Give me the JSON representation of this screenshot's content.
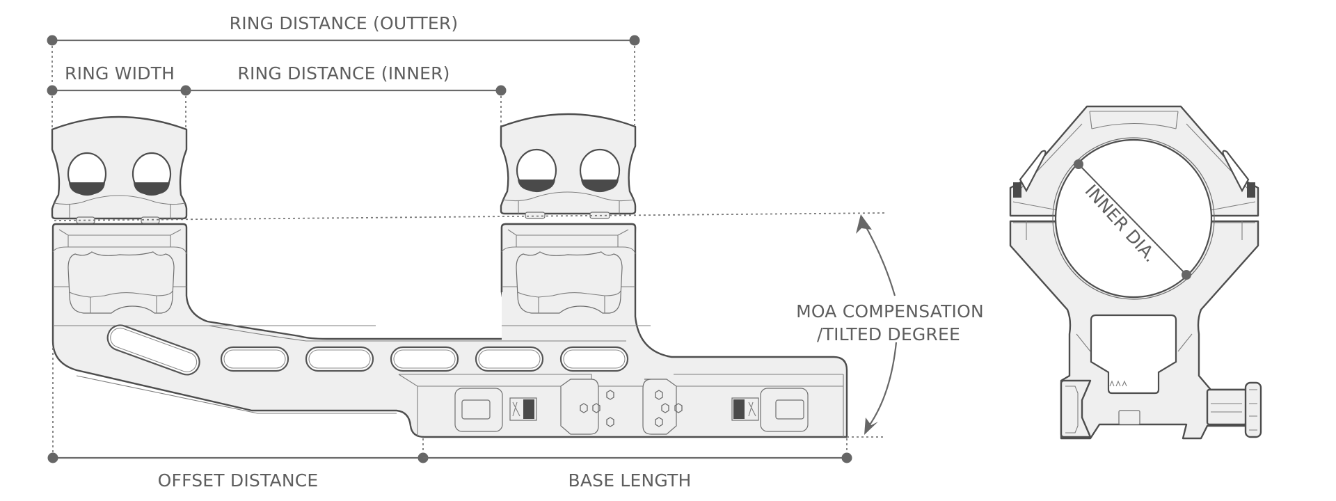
{
  "diagram": {
    "title": "Scope mount dimension diagram",
    "labels": {
      "ring_distance_outer": "RING DISTANCE (OUTTER)",
      "ring_width": "RING WIDTH",
      "ring_distance_inner": "RING DISTANCE (INNER)",
      "offset_distance": "OFFSET DISTANCE",
      "base_length": "BASE LENGTH",
      "moa_line1": "MOA COMPENSATION",
      "moa_line2": "/TILTED DEGREE",
      "inner_dia": "INNER DIA."
    },
    "views": [
      "side-view-cantilever-mount",
      "front-view-scope-ring"
    ],
    "colors": {
      "line": "#666666",
      "part_fill": "#efefef",
      "part_outline": "#4d4d4d",
      "text": "#5e5e5e"
    }
  }
}
